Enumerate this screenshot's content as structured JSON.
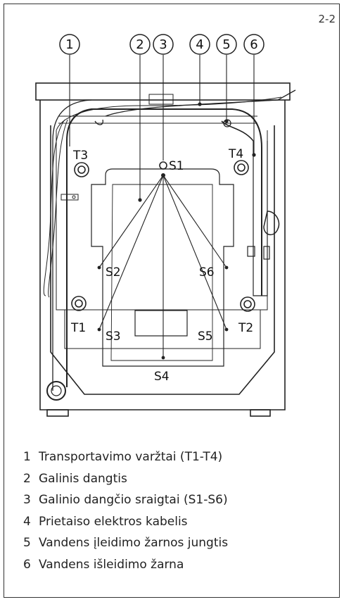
{
  "page_label": "2-2",
  "callouts": [
    "1",
    "2",
    "3",
    "4",
    "5",
    "6"
  ],
  "parts": {
    "t1": "T1",
    "t2": "T2",
    "t3": "T3",
    "t4": "T4",
    "s1": "S1",
    "s2": "S2",
    "s3": "S3",
    "s4": "S4",
    "s5": "S5",
    "s6": "S6"
  },
  "legend": [
    {
      "num": "1",
      "text": "Transportavimo varžtai (T1-T4)"
    },
    {
      "num": "2",
      "text": "Galinis dangtis"
    },
    {
      "num": "3",
      "text": "Galinio dangčio sraigtai (S1-S6)"
    },
    {
      "num": "4",
      "text": "Prietaiso elektros kabelis"
    },
    {
      "num": "5",
      "text": "Vandens įleidimo žarnos jungtis"
    },
    {
      "num": "6",
      "text": "Vandens išleidimo žarna"
    }
  ]
}
